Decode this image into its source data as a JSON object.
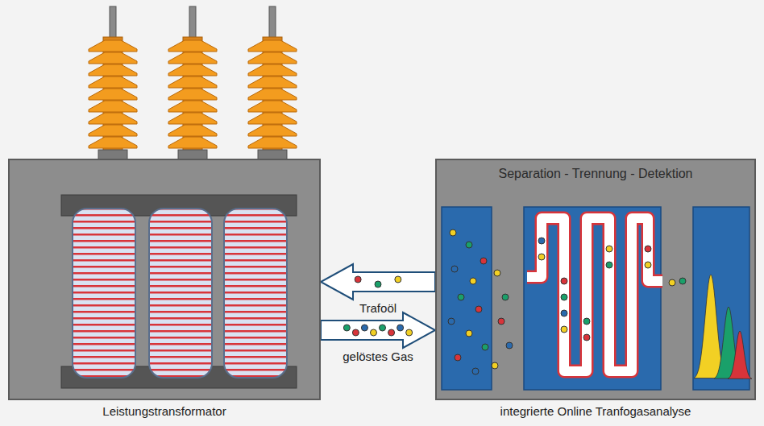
{
  "diagram": {
    "nodes": [
      {
        "text": [
          "Leistungstransformator"
        ]
      },
      {
        "text": [
          "Separation - Trennung - Detektion",
          "integrierte Online Tranfogasanalyse"
        ]
      }
    ],
    "edges": [
      {
        "from": 1,
        "to": 0,
        "arrow": "to",
        "label": "Trafoöl"
      },
      {
        "from": 0,
        "to": 1,
        "arrow": "to",
        "label": "gelöstes Gas"
      }
    ]
  }
}
